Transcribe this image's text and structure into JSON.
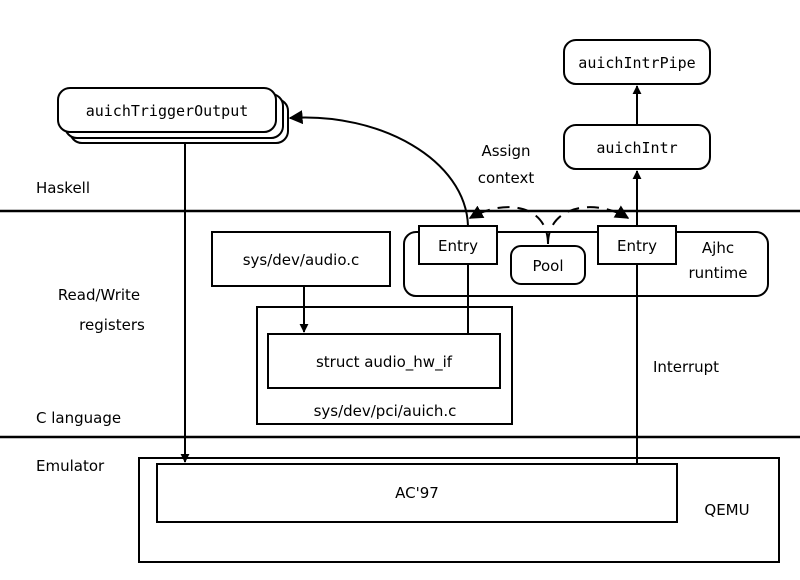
{
  "layers": {
    "haskell": "Haskell",
    "c_language": "C language",
    "emulator": "Emulator"
  },
  "nodes": {
    "auich_trigger_output": "auichTriggerOutput",
    "auich_intr_pipe": "auichIntrPipe",
    "auich_intr": "auichIntr",
    "entry_left": "Entry",
    "entry_right": "Entry",
    "pool": "Pool",
    "ajhc_runtime_line1": "Ajhc",
    "ajhc_runtime_line2": "runtime",
    "sys_dev_audio": "sys/dev/audio.c",
    "struct_audio_hw_if": "struct audio_hw_if",
    "sys_dev_pci_auich": "sys/dev/pci/auich.c",
    "ac97": "AC'97",
    "qemu": "QEMU"
  },
  "edge_labels": {
    "assign_line1": "Assign",
    "assign_line2": "context",
    "read_write_line1": "Read/Write",
    "read_write_line2": "registers",
    "interrupt": "Interrupt"
  }
}
